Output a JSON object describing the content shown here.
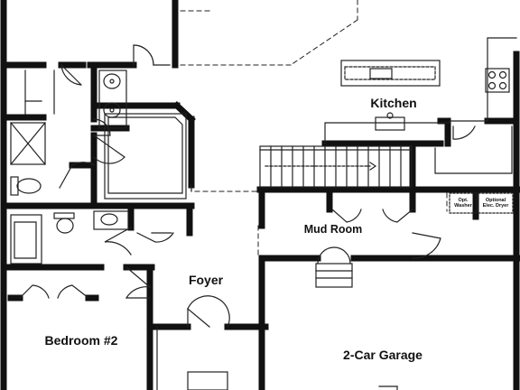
{
  "rooms": {
    "kitchen": "Kitchen",
    "mud_room": "Mud Room",
    "foyer": "Foyer",
    "bedroom2": "Bedroom #2",
    "garage": "2-Car Garage"
  },
  "appliances": {
    "washer_l1": "Opt.",
    "washer_l2": "Washer",
    "dryer_l1": "Optional",
    "dryer_l2": "Elec. Dryer"
  },
  "colors": {
    "wall": "#111111",
    "line": "#333333",
    "background": "#ffffff"
  }
}
